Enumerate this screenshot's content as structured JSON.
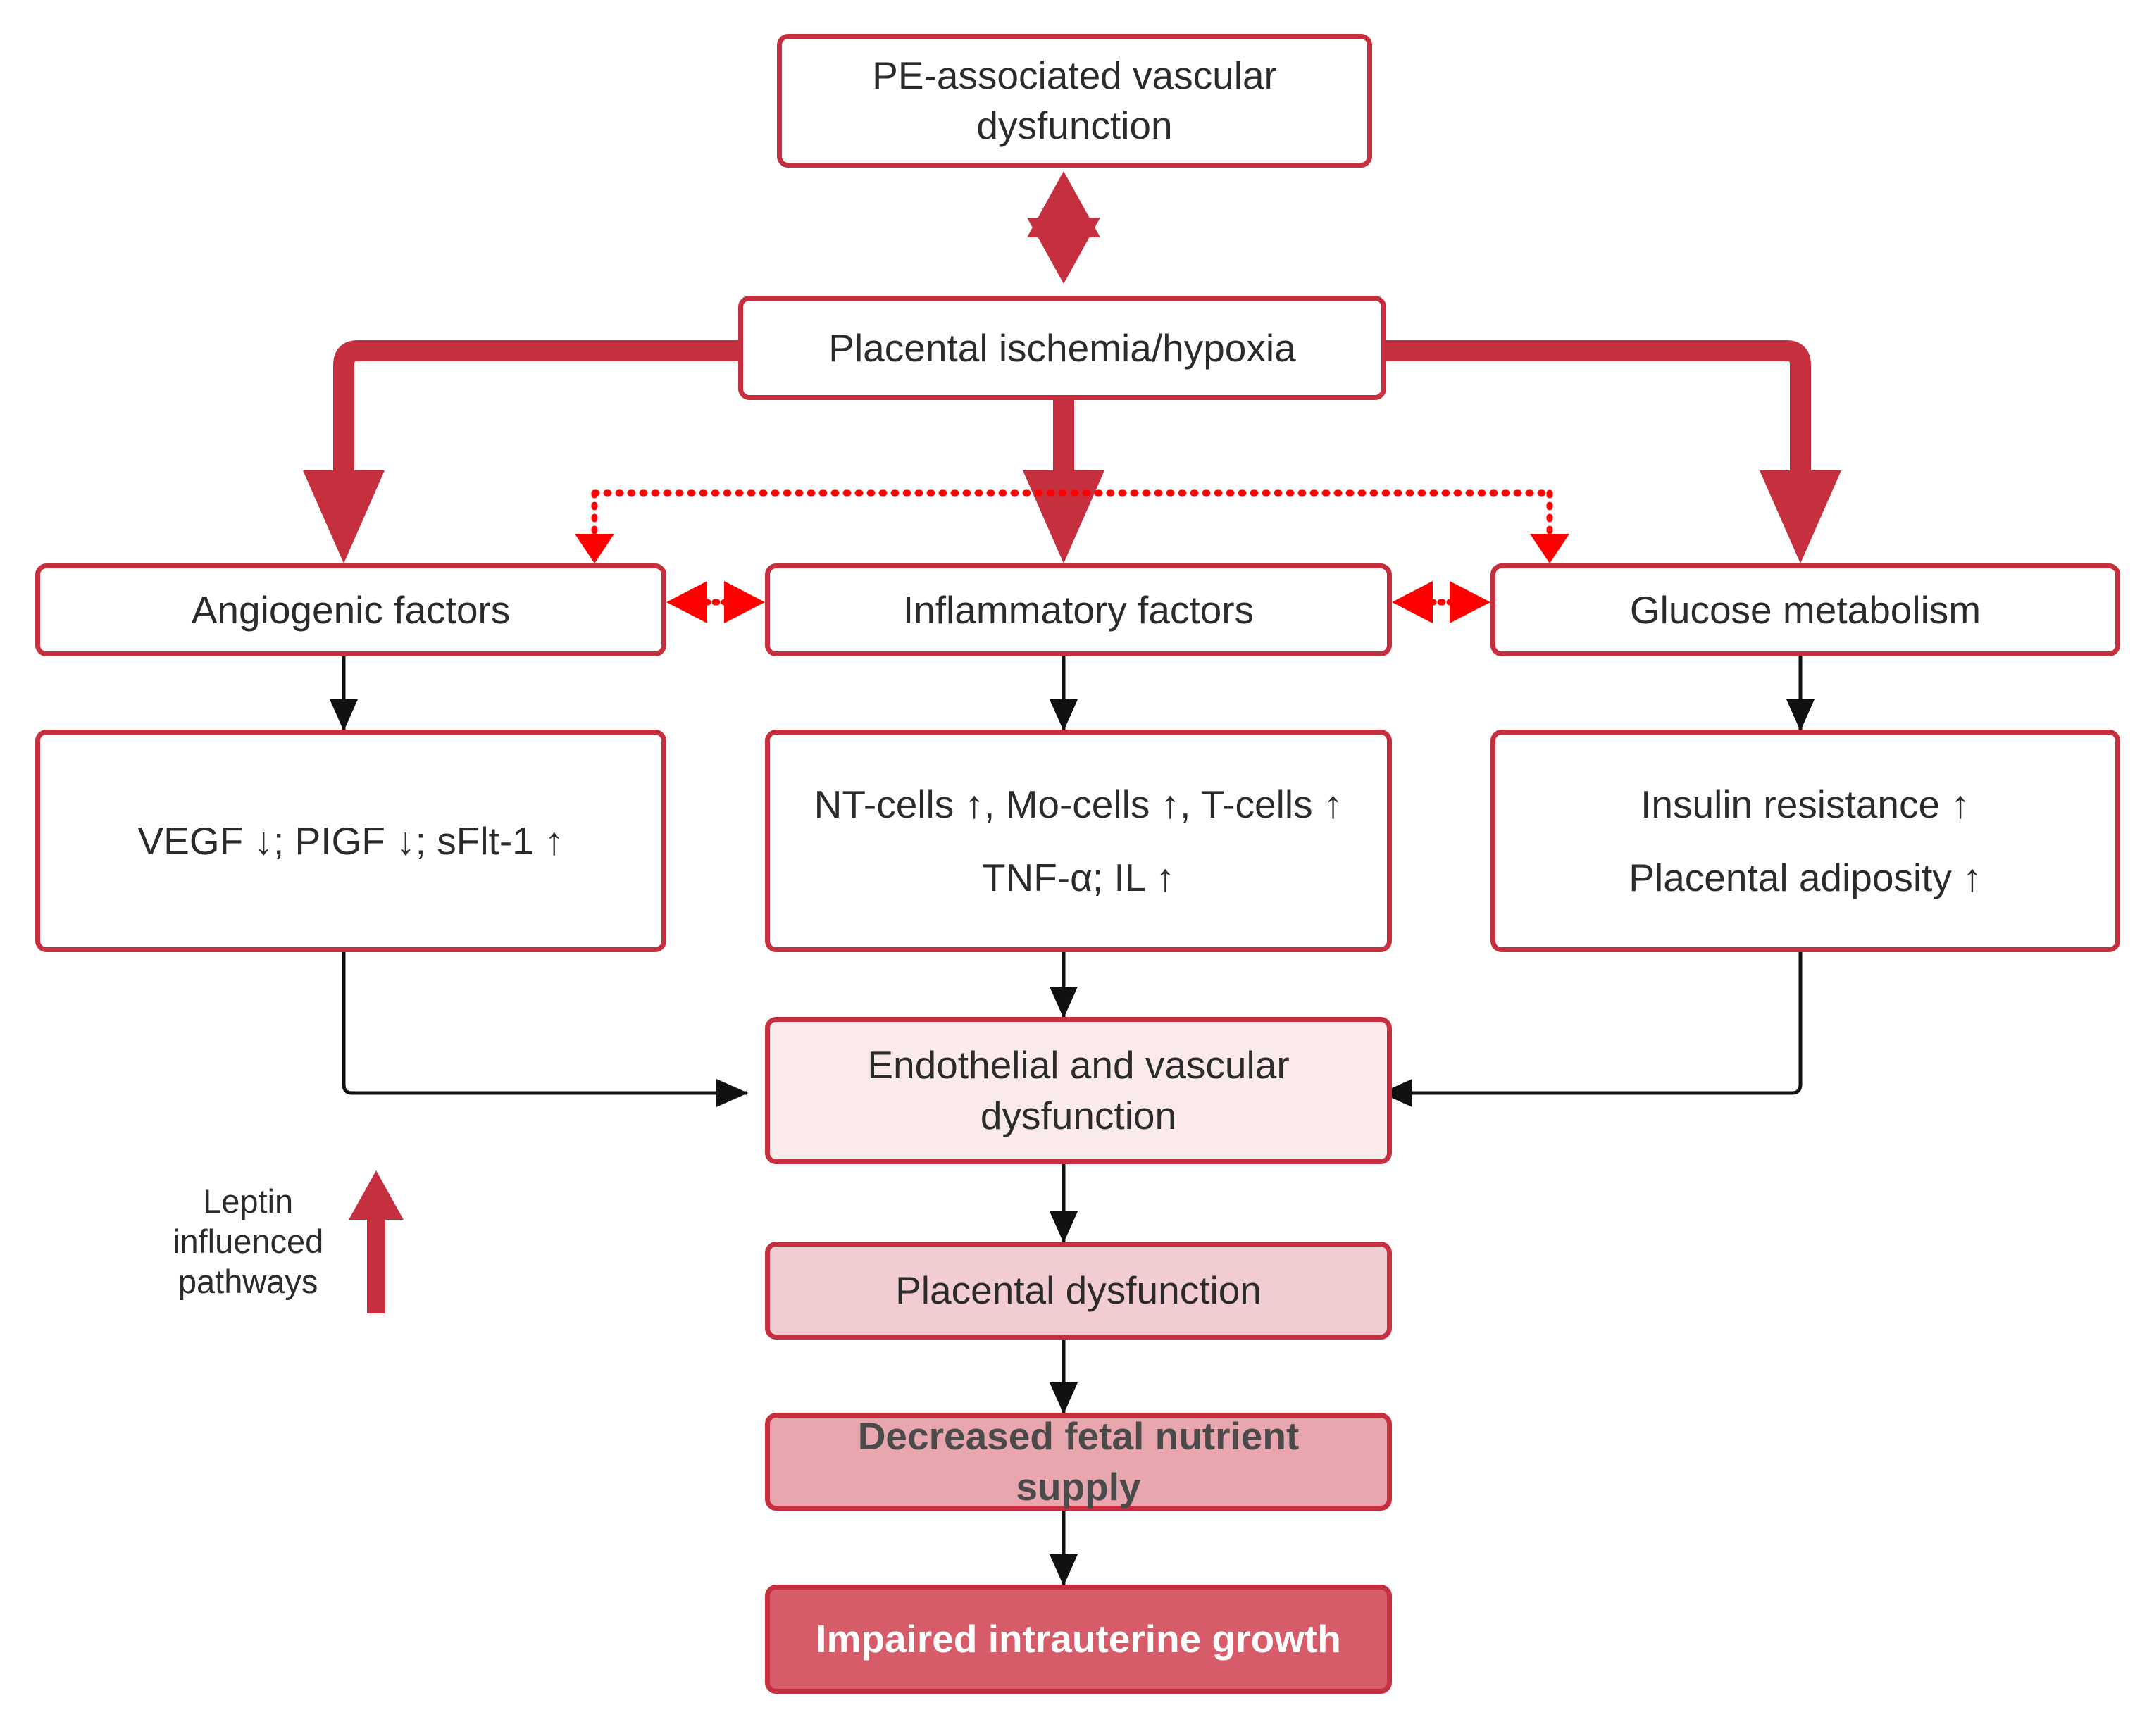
{
  "figure": {
    "title": "PE-associated vascular dysfunction and leptin influenced pathways",
    "accent_red": "#C6303E",
    "bright_red": "#FF0000",
    "arrow_black": "#111111",
    "fills": {
      "white": "#FFFFFF",
      "tint_1": "#FAEAEC",
      "tint_2": "#F1CDD1",
      "tint_3": "#E8A6AE",
      "tint_4": "#D55C68"
    }
  },
  "nodes": {
    "pe_vascular": {
      "line1": "PE-associated vascular",
      "line2": "dysfunction"
    },
    "placental_ischemia": {
      "line1": "Placental ischemia/hypoxia"
    },
    "angiogenic": {
      "line1": "Angiogenic factors"
    },
    "inflammatory": {
      "line1": "Inflammatory factors"
    },
    "glucose": {
      "line1": "Glucose metabolism"
    },
    "angiogenic_detail": {
      "line1": "VEGF ↓; PIGF ↓;  sFlt-1 ↑"
    },
    "inflammatory_detail": {
      "line1": "NT-cells ↑, Mo-cells ↑, T-cells ↑",
      "line2": "TNF-α; IL ↑"
    },
    "glucose_detail": {
      "line1": "Insulin resistance ↑",
      "line2": "Placental  adiposity ↑"
    },
    "endothelial": {
      "line1": "Endothelial and vascular",
      "line2": "dysfunction"
    },
    "placental_dysfunction": {
      "line1": "Placental dysfunction"
    },
    "decreased_supply": {
      "line1": "Decreased fetal nutrient",
      "line2": "supply"
    },
    "impaired_growth": {
      "line1": "Impaired intrauterine growth"
    }
  },
  "legend": {
    "label": "Leptin\ninfluenced\npathways",
    "arrow_icon": "up-arrow-icon",
    "arrow_color": "#C6303E"
  },
  "edges": [
    {
      "id": "pe-ischemia",
      "from": "pe_vascular",
      "to": "placental_ischemia",
      "style": "thick-red-double"
    },
    {
      "id": "ischemia-angiogenic",
      "from": "placental_ischemia",
      "to": "angiogenic",
      "style": "thick-red"
    },
    {
      "id": "ischemia-inflammatory",
      "from": "placental_ischemia",
      "to": "inflammatory",
      "style": "thick-red"
    },
    {
      "id": "ischemia-glucose",
      "from": "placental_ischemia",
      "to": "glucose",
      "style": "thick-red"
    },
    {
      "id": "leptin-angiogenic",
      "from": "placental_ischemia",
      "to": "angiogenic",
      "style": "dotted-red"
    },
    {
      "id": "leptin-glucose",
      "from": "placental_ischemia",
      "to": "glucose",
      "style": "dotted-red"
    },
    {
      "id": "angiogenic-inflammatory",
      "from": "angiogenic",
      "to": "inflammatory",
      "style": "dotted-red-double"
    },
    {
      "id": "inflammatory-glucose",
      "from": "inflammatory",
      "to": "glucose",
      "style": "dotted-red-double"
    },
    {
      "id": "angiogenic-detail",
      "from": "angiogenic",
      "to": "angiogenic_detail",
      "style": "thin-black"
    },
    {
      "id": "inflammatory-detail",
      "from": "inflammatory",
      "to": "inflammatory_detail",
      "style": "thin-black"
    },
    {
      "id": "glucose-detail",
      "from": "glucose",
      "to": "glucose_detail",
      "style": "thin-black"
    },
    {
      "id": "angiodetail-endothelial",
      "from": "angiogenic_detail",
      "to": "endothelial",
      "style": "thin-black-elbow"
    },
    {
      "id": "inflamdetail-endothelial",
      "from": "inflammatory_detail",
      "to": "endothelial",
      "style": "thin-black"
    },
    {
      "id": "glucosedetail-endothelial",
      "from": "glucose_detail",
      "to": "endothelial",
      "style": "thin-black-elbow"
    },
    {
      "id": "endothelial-placental",
      "from": "endothelial",
      "to": "placental_dysfunction",
      "style": "thin-black"
    },
    {
      "id": "placental-supply",
      "from": "placental_dysfunction",
      "to": "decreased_supply",
      "style": "thin-black"
    },
    {
      "id": "supply-growth",
      "from": "decreased_supply",
      "to": "impaired_growth",
      "style": "thin-black"
    }
  ]
}
